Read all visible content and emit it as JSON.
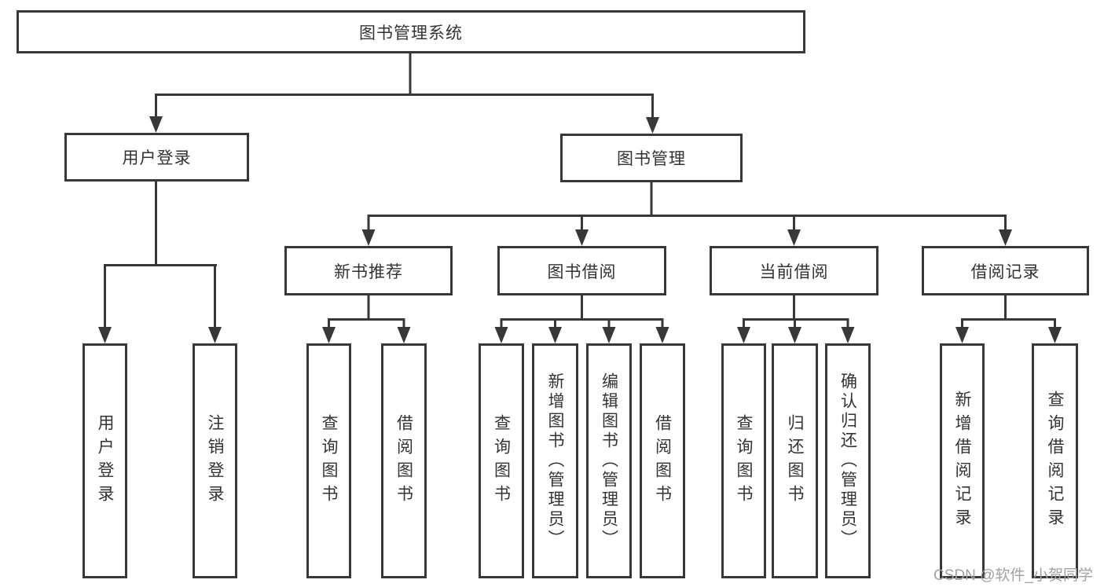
{
  "diagram_title": "图书管理系统",
  "watermark": "CSDN @软件_小贺同学",
  "colors": {
    "line": "#383838",
    "text": "#333333",
    "background": "#ffffff",
    "watermark": "#a1a1a1"
  },
  "tree": {
    "label": "图书管理系统",
    "children": [
      {
        "label": "用户登录",
        "children": [
          {
            "label": "用户登录"
          },
          {
            "label": "注销登录"
          }
        ]
      },
      {
        "label": "图书管理",
        "children": [
          {
            "label": "新书推荐",
            "children": [
              {
                "label": "查询图书"
              },
              {
                "label": "借阅图书"
              }
            ]
          },
          {
            "label": "图书借阅",
            "children": [
              {
                "label": "查询图书"
              },
              {
                "label": "新增图书（管理员）"
              },
              {
                "label": "编辑图书（管理员）"
              },
              {
                "label": "借阅图书"
              }
            ]
          },
          {
            "label": "当前借阅",
            "children": [
              {
                "label": "查询图书"
              },
              {
                "label": "归还图书"
              },
              {
                "label": "确认归还（管理员）"
              }
            ]
          },
          {
            "label": "借阅记录",
            "children": [
              {
                "label": "新增借阅记录"
              },
              {
                "label": "查询借阅记录"
              }
            ]
          }
        ]
      }
    ]
  }
}
